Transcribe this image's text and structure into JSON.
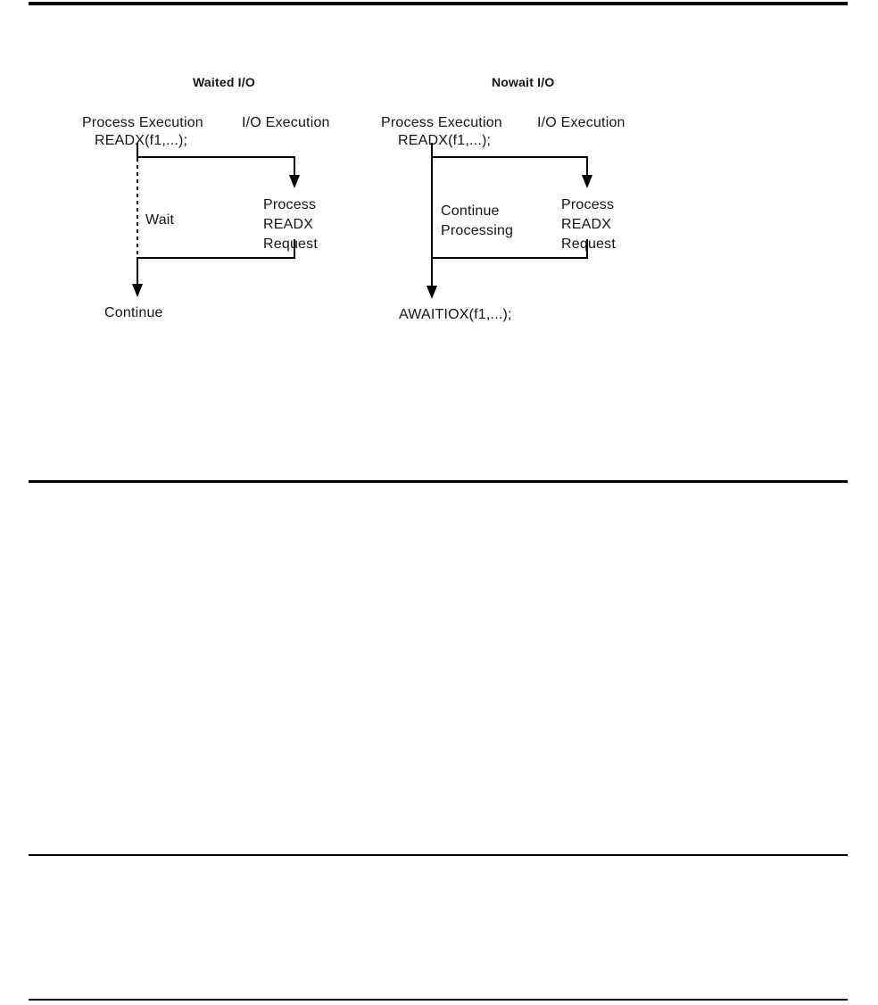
{
  "figure": {
    "ink_color": "#000000",
    "diagrams": [
      {
        "title": "Waited I/O",
        "columns": [
          "Process Execution",
          "I/O Execution"
        ],
        "call": "READX(f1,...);",
        "process_side_label": [
          "Wait"
        ],
        "io_side_label": [
          "Process",
          "READX",
          "Request"
        ],
        "end_label": "Continue"
      },
      {
        "title": "Nowait I/O",
        "columns": [
          "Process Execution",
          "I/O Execution"
        ],
        "call": "READX(f1,...);",
        "process_side_label": [
          "Continue",
          "Processing"
        ],
        "io_side_label": [
          "Process",
          "READX",
          "Request"
        ],
        "end_label": "AWAITIOX(f1,...);"
      }
    ]
  }
}
